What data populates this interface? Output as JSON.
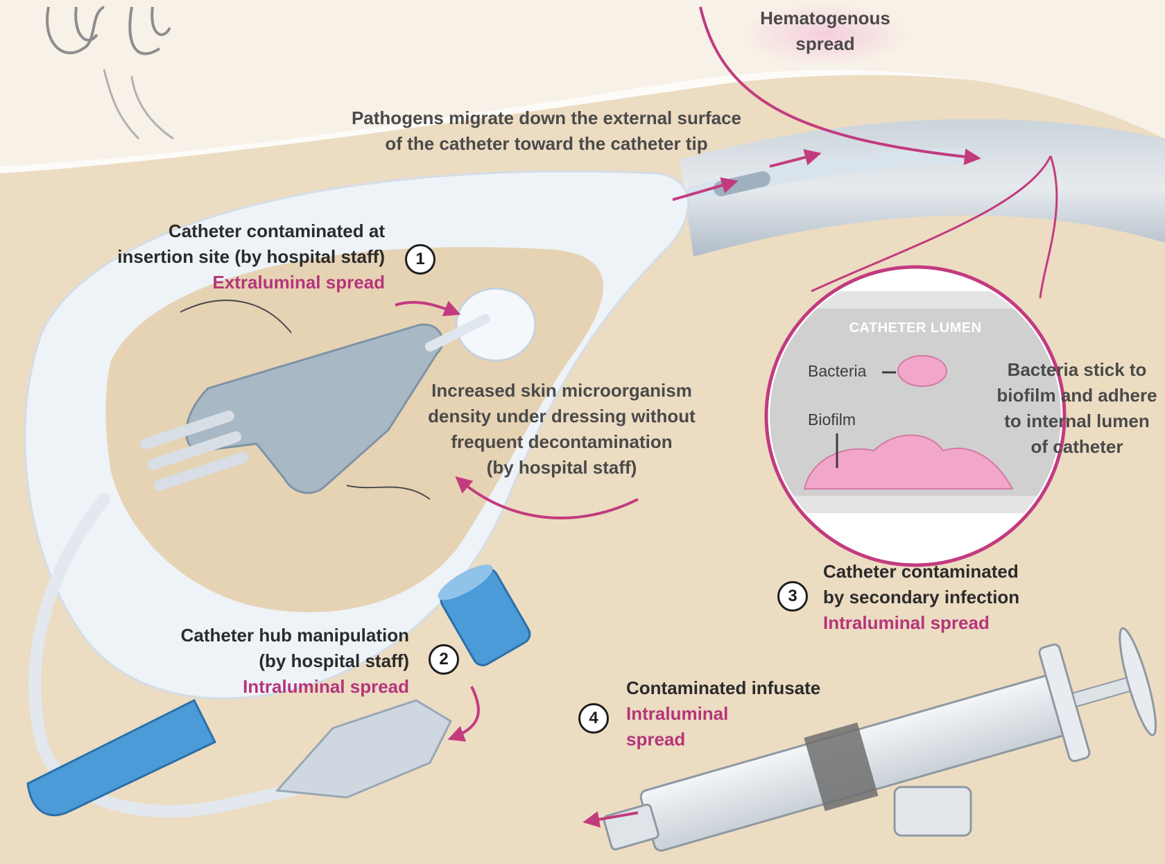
{
  "labels": {
    "hematogenous": [
      "Hematogenous",
      "spread"
    ],
    "pathogens": [
      "Pathogens migrate down the external surface",
      "of the catheter toward the catheter tip"
    ],
    "insertion": {
      "lines": [
        "Catheter contaminated at",
        "insertion site (by hospital staff)"
      ],
      "number": "1",
      "spread": "Extraluminal spread"
    },
    "skin_density": [
      "Increased skin microorganism",
      "density under dressing without",
      "frequent decontamination",
      "(by hospital staff)"
    ],
    "hub": {
      "lines": [
        "Catheter hub manipulation",
        "(by hospital staff)"
      ],
      "number": "2",
      "spread": "Intraluminal spread"
    },
    "secondary": {
      "number": "3",
      "lines": [
        "Catheter contaminated",
        "by secondary infection"
      ],
      "spread": "Intraluminal spread"
    },
    "infusate": {
      "number": "4",
      "title": "Contaminated infusate",
      "spread": [
        "Intraluminal",
        "spread"
      ]
    },
    "bacteria_stick": [
      "Bacteria stick to",
      "biofilm and adhere",
      "to internal lumen",
      "of catheter"
    ]
  },
  "inset": {
    "title": "CATHETER LUMEN",
    "bacteria_label": "Bacteria",
    "biofilm_label": "Biofilm"
  },
  "colors": {
    "accent": "#b5357a",
    "skin": "#e8d3b2",
    "dressing": "#eef3f8",
    "vessel": "#bccbd8",
    "catheter_blue": "#4a9bd8",
    "biofilm": "#f2a6c9"
  }
}
